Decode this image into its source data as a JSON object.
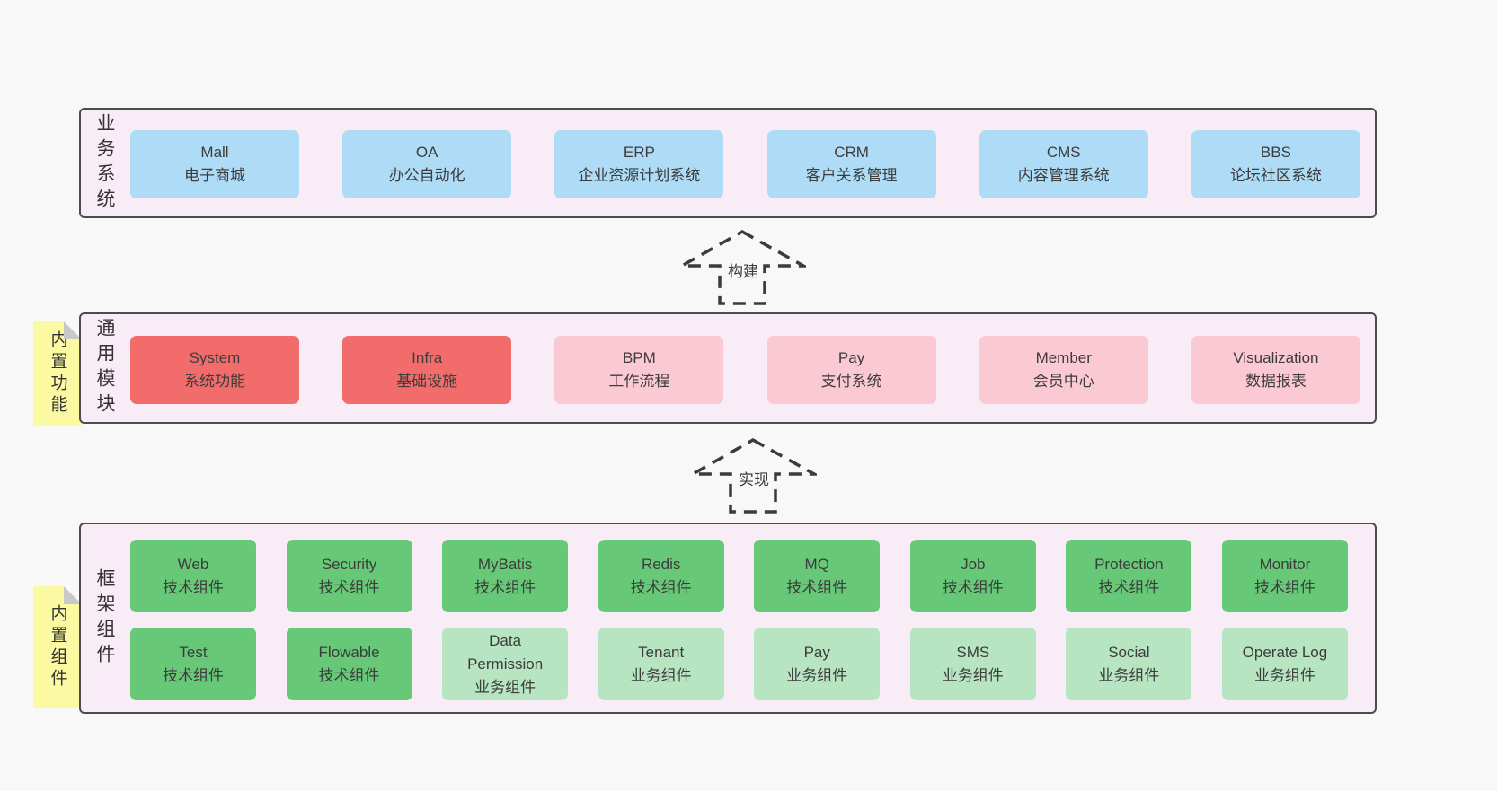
{
  "palette": {
    "page_bg": "#f8f8f8",
    "layer_bg": "#f8edf6",
    "layer_border": "#4c4c4c",
    "business_box": "#aedcf7",
    "builtin_module_box": "#f26c6c",
    "extension_module_box": "#fbc9d3",
    "tech_component_box": "#67c877",
    "biz_component_box": "#b7e5c1",
    "sticky_note": "#fbf9a2"
  },
  "arrows": {
    "build": "构建",
    "implement": "实现"
  },
  "business": {
    "label": "业务系统",
    "boxes": [
      {
        "name": "Mall",
        "desc": "电子商城"
      },
      {
        "name": "OA",
        "desc": "办公自动化"
      },
      {
        "name": "ERP",
        "desc": "企业资源计划系统"
      },
      {
        "name": "CRM",
        "desc": "客户关系管理"
      },
      {
        "name": "CMS",
        "desc": "内容管理系统"
      },
      {
        "name": "BBS",
        "desc": "论坛社区系统"
      }
    ]
  },
  "modules": {
    "sticky": "内置功能",
    "label": "通用模块",
    "boxes": [
      {
        "name": "System",
        "desc": "系统功能",
        "variant": "red"
      },
      {
        "name": "Infra",
        "desc": "基础设施",
        "variant": "red"
      },
      {
        "name": "BPM",
        "desc": "工作流程",
        "variant": "pink"
      },
      {
        "name": "Pay",
        "desc": "支付系统",
        "variant": "pink"
      },
      {
        "name": "Member",
        "desc": "会员中心",
        "variant": "pink"
      },
      {
        "name": "Visualization",
        "desc": "数据报表",
        "variant": "pink"
      }
    ]
  },
  "components": {
    "sticky": "内置组件",
    "label": "框架组件",
    "row1": [
      {
        "name": "Web",
        "desc": "技术组件",
        "variant": "green-dark"
      },
      {
        "name": "Security",
        "desc": "技术组件",
        "variant": "green-dark"
      },
      {
        "name": "MyBatis",
        "desc": "技术组件",
        "variant": "green-dark"
      },
      {
        "name": "Redis",
        "desc": "技术组件",
        "variant": "green-dark"
      },
      {
        "name": "MQ",
        "desc": "技术组件",
        "variant": "green-dark"
      },
      {
        "name": "Job",
        "desc": "技术组件",
        "variant": "green-dark"
      },
      {
        "name": "Protection",
        "desc": "技术组件",
        "variant": "green-dark"
      },
      {
        "name": "Monitor",
        "desc": "技术组件",
        "variant": "green-dark"
      }
    ],
    "row2": [
      {
        "name": "Test",
        "desc": "技术组件",
        "variant": "green-dark"
      },
      {
        "name": "Flowable",
        "desc": "技术组件",
        "variant": "green-dark"
      },
      {
        "name": "Data\nPermission",
        "desc": "业务组件",
        "variant": "green-light"
      },
      {
        "name": "Tenant",
        "desc": "业务组件",
        "variant": "green-light"
      },
      {
        "name": "Pay",
        "desc": "业务组件",
        "variant": "green-light"
      },
      {
        "name": "SMS",
        "desc": "业务组件",
        "variant": "green-light"
      },
      {
        "name": "Social",
        "desc": "业务组件",
        "variant": "green-light"
      },
      {
        "name": "Operate Log",
        "desc": "业务组件",
        "variant": "green-light"
      }
    ]
  }
}
